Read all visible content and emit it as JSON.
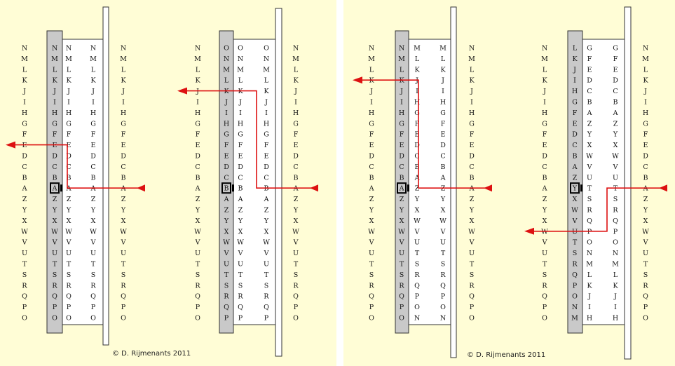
{
  "credit": {
    "left": "© D. Rijmenants 2011",
    "right": "© D. Rijmenants 2011"
  },
  "colors": {
    "background": "#fffdd6",
    "wheel_gray": "#c9c9c9",
    "wheel_white": "#ffffff",
    "signal_path": "#dd1111",
    "arrow": "#dd1111",
    "outline": "#333333"
  },
  "diagrams": [
    {
      "name": "diagram-1",
      "columns": [
        [
          "N",
          "M",
          "L",
          "K",
          "J",
          "I",
          "H",
          "G",
          "F",
          "E",
          "D",
          "C",
          "B",
          "A",
          "Z",
          "Y",
          "X",
          "W",
          "V",
          "U",
          "T",
          "S",
          "R",
          "Q",
          "P",
          "O"
        ],
        [
          "N",
          "M",
          "L",
          "K",
          "J",
          "I",
          "H",
          "G",
          "F",
          "E",
          "D",
          "C",
          "B",
          "A",
          "Z",
          "Y",
          "X",
          "W",
          "V",
          "U",
          "T",
          "S",
          "R",
          "Q",
          "P",
          "O"
        ],
        [
          "N",
          "M",
          "L",
          "K",
          "J",
          "I",
          "H",
          "G",
          "F",
          "E",
          "D",
          "C",
          "B",
          "A",
          "Z",
          "Y",
          "X",
          "W",
          "V",
          "U",
          "T",
          "S",
          "R",
          "Q",
          "P",
          "O"
        ],
        [
          "N",
          "M",
          "L",
          "K",
          "J",
          "I",
          "H",
          "G",
          "F",
          "E",
          "D",
          "C",
          "B",
          "A",
          "Z",
          "Y",
          "X",
          "W",
          "V",
          "U",
          "T",
          "S",
          "R",
          "Q",
          "P",
          "O"
        ],
        [
          "N",
          "M",
          "L",
          "K",
          "J",
          "I",
          "H",
          "G",
          "F",
          "E",
          "D",
          "C",
          "B",
          "A",
          "Z",
          "Y",
          "X",
          "W",
          "V",
          "U",
          "T",
          "S",
          "R",
          "Q",
          "P",
          "O"
        ]
      ],
      "window_letter": "A",
      "input_letter": "A",
      "output_letter": "E"
    },
    {
      "name": "diagram-2",
      "columns": [
        [
          "N",
          "M",
          "L",
          "K",
          "J",
          "I",
          "H",
          "G",
          "F",
          "E",
          "D",
          "C",
          "B",
          "A",
          "Z",
          "Y",
          "X",
          "W",
          "V",
          "U",
          "T",
          "S",
          "R",
          "Q",
          "P",
          "O"
        ],
        [
          "O",
          "N",
          "M",
          "L",
          "K",
          "J",
          "I",
          "H",
          "G",
          "F",
          "E",
          "D",
          "C",
          "B",
          "A",
          "Z",
          "Y",
          "X",
          "W",
          "V",
          "U",
          "T",
          "S",
          "R",
          "Q",
          "P"
        ],
        [
          "O",
          "N",
          "M",
          "L",
          "K",
          "J",
          "I",
          "H",
          "G",
          "F",
          "E",
          "D",
          "C",
          "B",
          "A",
          "Z",
          "Y",
          "X",
          "W",
          "V",
          "U",
          "T",
          "S",
          "R",
          "Q",
          "P"
        ],
        [
          "O",
          "N",
          "M",
          "L",
          "K",
          "J",
          "I",
          "H",
          "G",
          "F",
          "E",
          "D",
          "C",
          "B",
          "A",
          "Z",
          "Y",
          "X",
          "W",
          "V",
          "U",
          "T",
          "S",
          "R",
          "Q",
          "P"
        ],
        [
          "N",
          "M",
          "L",
          "K",
          "J",
          "I",
          "H",
          "G",
          "F",
          "E",
          "D",
          "C",
          "B",
          "A",
          "Z",
          "Y",
          "X",
          "W",
          "V",
          "U",
          "T",
          "S",
          "R",
          "Q",
          "P",
          "O"
        ]
      ],
      "window_letter": "B",
      "input_letter": "A",
      "output_letter": "J"
    },
    {
      "name": "diagram-3",
      "columns": [
        [
          "N",
          "M",
          "L",
          "K",
          "J",
          "I",
          "H",
          "G",
          "F",
          "E",
          "D",
          "C",
          "B",
          "A",
          "Z",
          "Y",
          "X",
          "W",
          "V",
          "U",
          "T",
          "S",
          "R",
          "Q",
          "P",
          "O"
        ],
        [
          "N",
          "M",
          "L",
          "K",
          "J",
          "I",
          "H",
          "G",
          "F",
          "E",
          "D",
          "C",
          "B",
          "A",
          "Z",
          "Y",
          "X",
          "W",
          "V",
          "U",
          "T",
          "S",
          "R",
          "Q",
          "P",
          "O"
        ],
        [
          "M",
          "L",
          "K",
          "J",
          "I",
          "H",
          "G",
          "F",
          "E",
          "D",
          "C",
          "B",
          "A",
          "Z",
          "Y",
          "X",
          "W",
          "V",
          "U",
          "T",
          "S",
          "R",
          "Q",
          "P",
          "O",
          "N"
        ],
        [
          "M",
          "L",
          "K",
          "J",
          "I",
          "H",
          "G",
          "F",
          "E",
          "D",
          "C",
          "B",
          "A",
          "Z",
          "Y",
          "X",
          "W",
          "V",
          "U",
          "T",
          "S",
          "R",
          "Q",
          "P",
          "O",
          "N"
        ],
        [
          "N",
          "M",
          "L",
          "K",
          "J",
          "I",
          "H",
          "G",
          "F",
          "E",
          "D",
          "C",
          "B",
          "A",
          "Z",
          "Y",
          "X",
          "W",
          "V",
          "U",
          "T",
          "S",
          "R",
          "Q",
          "P",
          "O"
        ]
      ],
      "window_letter": "A",
      "input_letter": "A",
      "output_letter": "K"
    },
    {
      "name": "diagram-4",
      "columns": [
        [
          "N",
          "M",
          "L",
          "K",
          "J",
          "I",
          "H",
          "G",
          "F",
          "E",
          "D",
          "C",
          "B",
          "A",
          "Z",
          "Y",
          "X",
          "W",
          "V",
          "U",
          "T",
          "S",
          "R",
          "Q",
          "P",
          "O"
        ],
        [
          "L",
          "K",
          "J",
          "I",
          "H",
          "G",
          "F",
          "E",
          "D",
          "C",
          "B",
          "A",
          "Z",
          "Y",
          "X",
          "W",
          "V",
          "U",
          "T",
          "S",
          "R",
          "Q",
          "P",
          "O",
          "N",
          "M"
        ],
        [
          "G",
          "F",
          "E",
          "D",
          "C",
          "B",
          "A",
          "Z",
          "Y",
          "X",
          "W",
          "V",
          "U",
          "T",
          "S",
          "R",
          "Q",
          "P",
          "O",
          "N",
          "M",
          "L",
          "K",
          "J",
          "I",
          "H"
        ],
        [
          "G",
          "F",
          "E",
          "D",
          "C",
          "B",
          "A",
          "Z",
          "Y",
          "X",
          "W",
          "V",
          "U",
          "T",
          "S",
          "R",
          "Q",
          "P",
          "O",
          "N",
          "M",
          "L",
          "K",
          "J",
          "I",
          "H"
        ],
        [
          "N",
          "M",
          "L",
          "K",
          "J",
          "I",
          "H",
          "G",
          "F",
          "E",
          "D",
          "C",
          "B",
          "A",
          "Z",
          "Y",
          "X",
          "W",
          "V",
          "U",
          "T",
          "S",
          "R",
          "Q",
          "P",
          "O"
        ]
      ],
      "window_letter": "Y",
      "input_letter": "A",
      "output_letter": "W"
    }
  ]
}
